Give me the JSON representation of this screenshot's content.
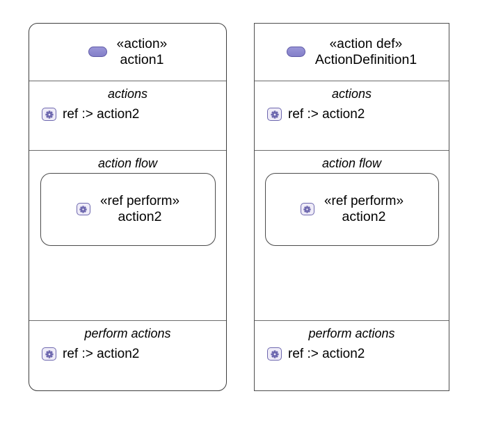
{
  "diagram": {
    "type": "sysml-action-usage-definition",
    "background": "#ffffff",
    "accent_purple": "#8d89cf",
    "accent_purple_dark": "#5f5aa6",
    "icon_badge_fill": "#efecf8",
    "icon_badge_border": "#6d67ae",
    "border_color": "#5a5a5a"
  },
  "nodes": [
    {
      "id": "action-usage",
      "shape": "rounded-rectangle",
      "header": {
        "icon": "action-pill-icon",
        "stereotype": "«action»",
        "name": "action1"
      },
      "compartments": [
        {
          "id": "actions",
          "label": "actions",
          "features": [
            {
              "icon": "gear-badge-icon",
              "text": "ref :> action2"
            }
          ]
        },
        {
          "id": "action-flow",
          "label": "action flow",
          "inner_node": {
            "icon": "gear-badge-icon",
            "stereotype": "«ref perform»",
            "name": "action2"
          }
        },
        {
          "id": "perform-actions",
          "label": "perform actions",
          "features": [
            {
              "icon": "gear-badge-icon",
              "text": "ref :> action2"
            }
          ]
        }
      ]
    },
    {
      "id": "action-definition",
      "shape": "rectangle",
      "header": {
        "icon": "action-pill-icon",
        "stereotype": "«action def»",
        "name": "ActionDefinition1"
      },
      "compartments": [
        {
          "id": "actions",
          "label": "actions",
          "features": [
            {
              "icon": "gear-badge-icon",
              "text": "ref :> action2"
            }
          ]
        },
        {
          "id": "action-flow",
          "label": "action flow",
          "inner_node": {
            "icon": "gear-badge-icon",
            "stereotype": "«ref perform»",
            "name": "action2"
          }
        },
        {
          "id": "perform-actions",
          "label": "perform actions",
          "features": [
            {
              "icon": "gear-badge-icon",
              "text": "ref :> action2"
            }
          ]
        }
      ]
    }
  ]
}
